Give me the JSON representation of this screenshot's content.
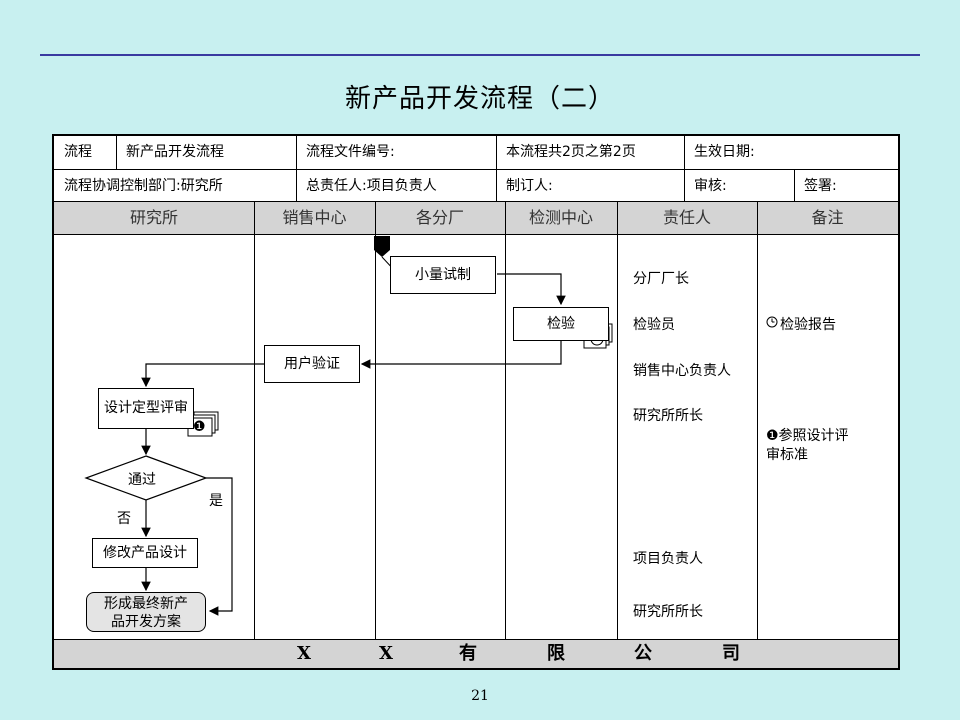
{
  "title": "新产品开发流程（二）",
  "header_row1": {
    "flow_label": "流程",
    "flow_name": "新产品开发流程",
    "doc_no_label": "流程文件编号:",
    "page_info": "本流程共2页之第2页",
    "effective_date_label": "生效日期:"
  },
  "header_row2": {
    "dept_label": "流程协调控制部门:研究所",
    "owner_label": "总责任人:项目负责人",
    "preparer_label": "制订人:",
    "reviewer_label": "审核:",
    "sign_label": "签署:"
  },
  "lanes": [
    "研究所",
    "销售中心",
    "各分厂",
    "检测中心",
    "责任人",
    "备注"
  ],
  "steps": {
    "trial": "小量试制",
    "inspect": "检验",
    "user_verify": "用户验证",
    "design_review": "设计定型评审",
    "decision": "通过",
    "yes": "是",
    "no": "否",
    "modify": "修改产品设计",
    "final_line1": "形成最终新产",
    "final_line2": "品开发方案"
  },
  "doc_markers": {
    "review_ref": "❶"
  },
  "responsible": [
    "分厂厂长",
    "检验员",
    "销售中心负责人",
    "研究所所长",
    "项目负责人",
    "研究所所长"
  ],
  "remarks": {
    "inspection_report": "检验报告",
    "reference_line1": "❶参照设计评",
    "reference_line2": "审标准"
  },
  "footer_company": [
    "X",
    "X",
    "有",
    "限",
    "公",
    "司"
  ],
  "page_number": "21",
  "colors": {
    "background": "#c8f0f0",
    "band": "#d4d4d4",
    "top_rule": "#3a3aa0"
  }
}
